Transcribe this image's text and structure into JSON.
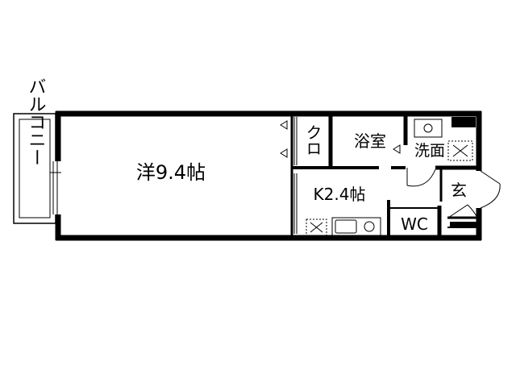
{
  "floorplan": {
    "rooms": {
      "balcony": "バルコニー",
      "western_room": "洋9.4帖",
      "closet": "クロ",
      "bathroom": "浴室",
      "washroom": "洗面",
      "kitchen": "K2.4帖",
      "toilet": "WC",
      "entrance": "玄"
    }
  }
}
